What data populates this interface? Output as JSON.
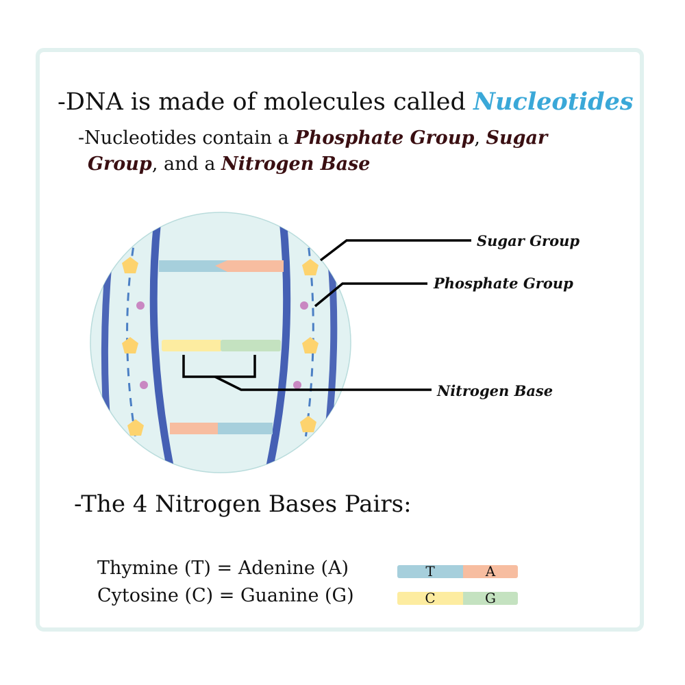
{
  "intro": {
    "line1_prefix": "-DNA is made of molecules called ",
    "line1_highlight": "Nucleotides",
    "line2_prefix": "-Nucleotides contain a ",
    "line2_kw1": "Phosphate Group",
    "line2_sep1": ", ",
    "line2_kw2a": "Sugar",
    "line2_kw2b": "Group",
    "line2_sep2": ", and a ",
    "line2_kw3": "Nitrogen Base"
  },
  "diagram": {
    "labels": {
      "sugar": "Sugar Group",
      "phosphate": "Phosphate Group",
      "nitrogen": "Nitrogen Base"
    }
  },
  "bases": {
    "title": "-The 4 Nitrogen Bases Pairs:",
    "pairs": [
      {
        "text": "Thymine (T) = Adenine (A)",
        "left": "T",
        "right": "A",
        "left_color": "#a6cfdc",
        "right_color": "#f7bda0"
      },
      {
        "text": "Cytosine (C) = Guanine (G)",
        "left": "C",
        "right": "G",
        "left_color": "#fdeca0",
        "right_color": "#c4e2c0"
      }
    ]
  },
  "colors": {
    "accent": "#3aa8d8",
    "keyword": "#3a0f12",
    "strand": "#3c57b0",
    "sugar": "#fdd36e",
    "phosphate": "#c987c2",
    "circle_fill": "#e2f2f2"
  }
}
